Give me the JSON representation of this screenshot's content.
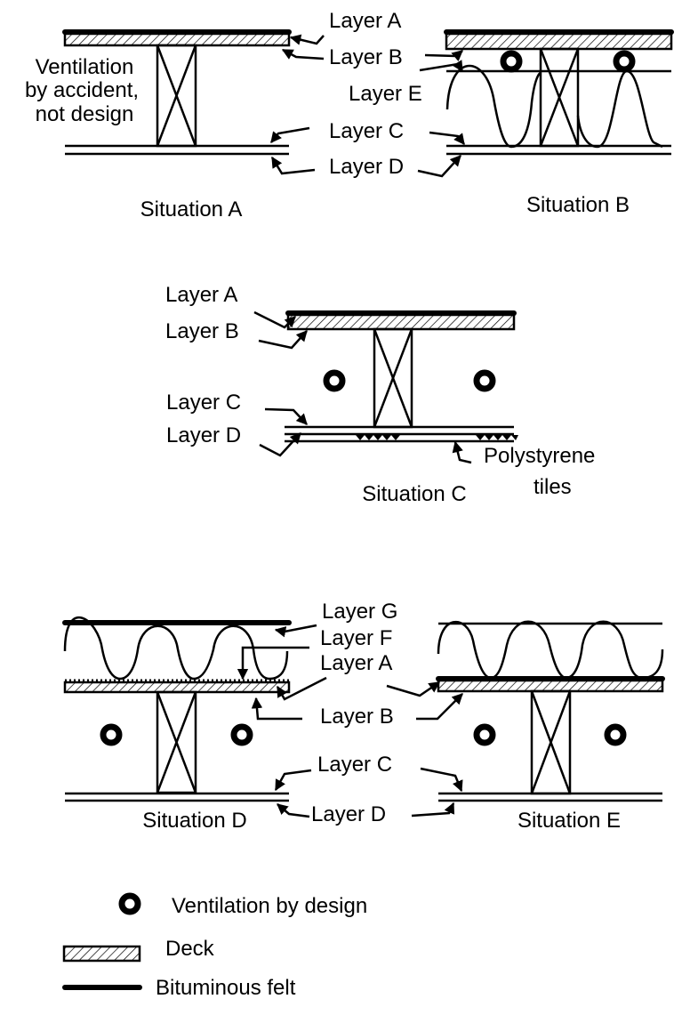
{
  "diagram": {
    "situations": {
      "a": {
        "title": "Situation A",
        "note": [
          "Ventilation",
          "by accident,",
          "not design"
        ],
        "labels": {
          "a": "Layer A",
          "b": "Layer B",
          "c": "Layer C",
          "d": "Layer D"
        }
      },
      "b": {
        "title": "Situation B",
        "labels": {
          "e": "Layer E"
        }
      },
      "c": {
        "title": "Situation C",
        "labels": {
          "a": "Layer A",
          "b": "Layer B",
          "c": "Layer C",
          "d": "Layer D"
        },
        "tiles": [
          "Polystyrene",
          "tiles"
        ]
      },
      "d": {
        "title": "Situation D",
        "labels": {
          "g": "Layer G",
          "f": "Layer F",
          "a": "Layer A",
          "b": "Layer B",
          "c": "Layer C",
          "d": "Layer D"
        }
      },
      "e": {
        "title": "Situation E"
      }
    },
    "legend": [
      {
        "icon": "ventilation-ring-icon",
        "label": "Ventilation by design"
      },
      {
        "icon": "deck-hatch-icon",
        "label": "Deck"
      },
      {
        "icon": "felt-line-icon",
        "label": "Bituminous felt"
      }
    ]
  }
}
